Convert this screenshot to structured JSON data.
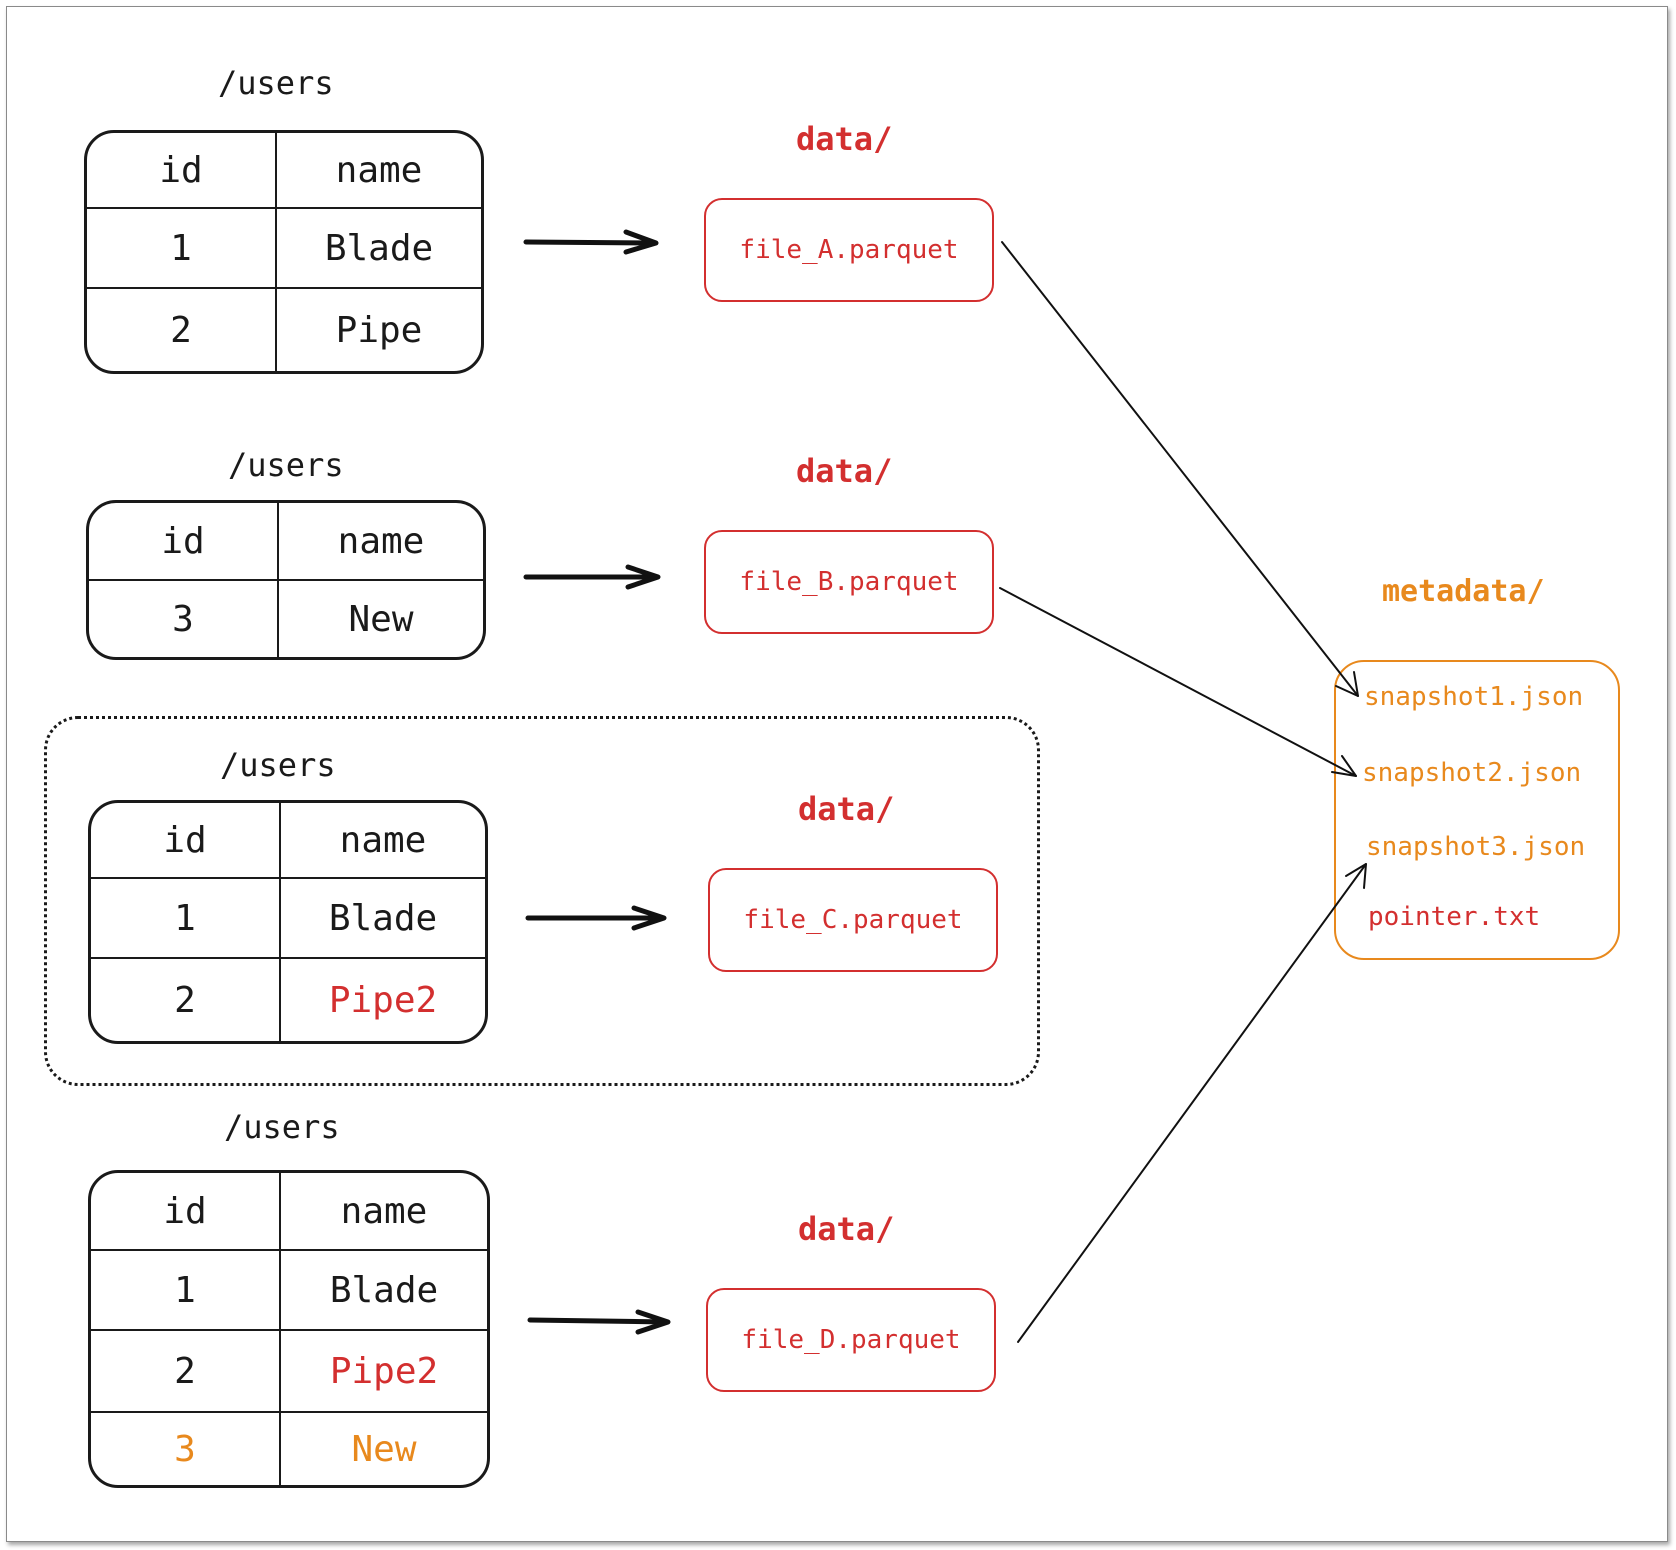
{
  "groups": [
    {
      "table_label": "/users",
      "headers": [
        "id",
        "name"
      ],
      "rows": [
        [
          "1",
          "Blade"
        ],
        [
          "2",
          "Pipe"
        ]
      ],
      "data_label": "data/",
      "file": "file_A.parquet"
    },
    {
      "table_label": "/users",
      "headers": [
        "id",
        "name"
      ],
      "rows": [
        [
          "3",
          "New"
        ]
      ],
      "data_label": "data/",
      "file": "file_B.parquet"
    },
    {
      "table_label": "/users",
      "headers": [
        "id",
        "name"
      ],
      "rows": [
        [
          "1",
          "Blade"
        ],
        [
          "2",
          "Pipe2"
        ]
      ],
      "data_label": "data/",
      "file": "file_C.parquet"
    },
    {
      "table_label": "/users",
      "headers": [
        "id",
        "name"
      ],
      "rows": [
        [
          "1",
          "Blade"
        ],
        [
          "2",
          "Pipe2"
        ],
        [
          "3",
          "New"
        ]
      ],
      "data_label": "data/",
      "file": "file_D.parquet"
    }
  ],
  "metadata": {
    "label": "metadata/",
    "items": [
      "snapshot1.json",
      "snapshot2.json",
      "snapshot3.json",
      "pointer.txt"
    ]
  },
  "colors": {
    "ink": "#1a1a1a",
    "data_red": "#d32f2f",
    "metadata_orange": "#e8891d"
  }
}
